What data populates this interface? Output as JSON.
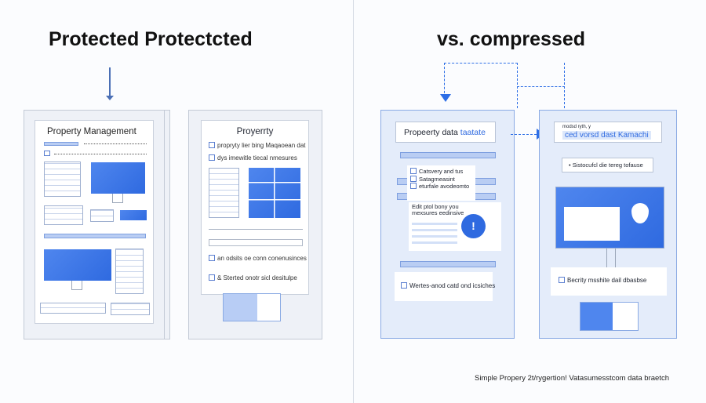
{
  "header": {
    "left_title": "Protected Protectcted",
    "right_title": "vs. compressed"
  },
  "left": {
    "doc1": {
      "title": "Property Management"
    },
    "doc2": {
      "title": "Proyerrty",
      "items": [
        "propryty lier bing Maqaoean dat",
        "dys imewitle tiecal nmesures",
        "an odsits oe conn conenusinces",
        "& Sterted onotr sicl desitulpe"
      ]
    }
  },
  "right": {
    "panelA": {
      "header_a": "Propeerty data ",
      "header_b": "taatate",
      "list": [
        "Catsvery and tus",
        "Satagmeasint",
        "eturfale avodeomto"
      ],
      "notice": "Edit ptol bony you mexsures eedinsive",
      "check_item": "Wertes-anod catd ond icsiches"
    },
    "panelB": {
      "header_small": "modsd ryth, y",
      "header": "ced vorsd dast Kamachi",
      "bullet": "Sistocufcl die tereg tofause",
      "check_item": "Becrity msshite dail dbasbse"
    }
  },
  "footer": {
    "caption": "Simple Propery 2t/rygertion! Vatasumesstcom data braetch"
  },
  "colors": {
    "accent": "#2f6ae0",
    "panel_bg": "#e4ecfa"
  }
}
